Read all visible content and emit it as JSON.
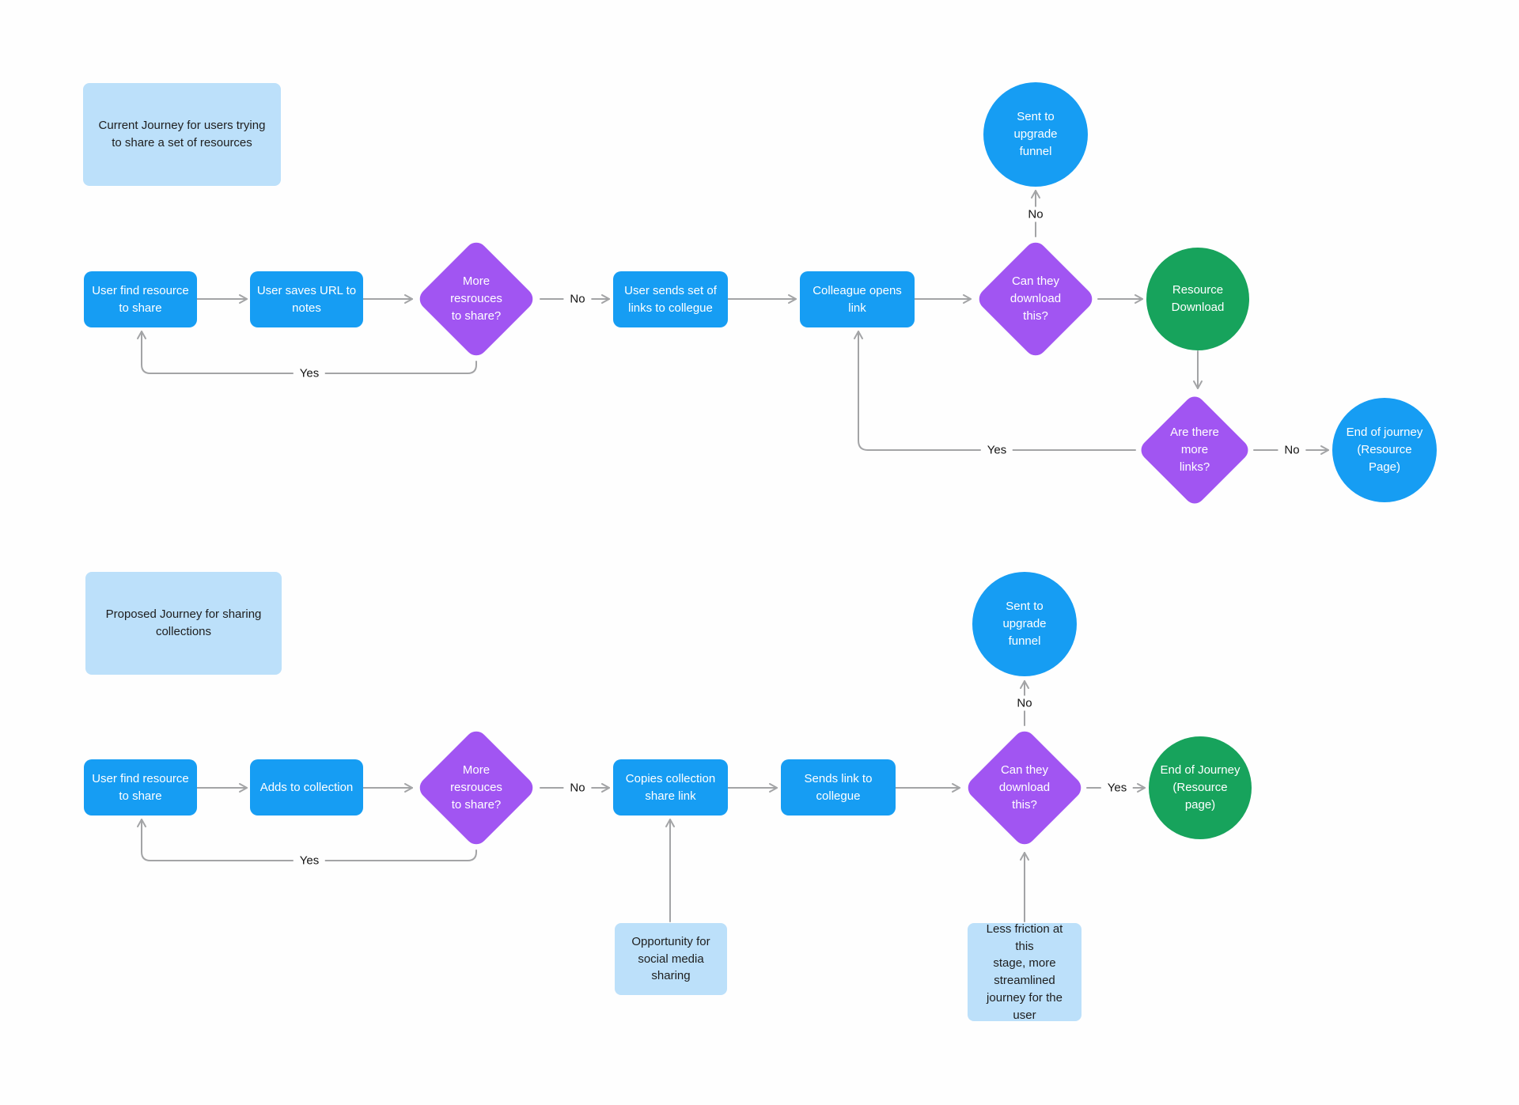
{
  "diagram": {
    "title": "User journey flowchart",
    "colors": {
      "process_blue": "#169df3",
      "decision_purple": "#a155f2",
      "terminal_green": "#17a35c",
      "note_light_blue": "#bce0fa",
      "connector_gray": "#a3a4a6",
      "background": "#fefefe"
    }
  },
  "current_journey": {
    "note": "Current Journey for users trying\nto share a set of resources",
    "nodes": {
      "find_resource": "User find resource\nto share",
      "save_url": "User saves URL to\nnotes",
      "more_resources": "More\nresrouces\nto share?",
      "send_links": "User sends set of\nlinks to collegue",
      "colleague_opens": "Colleague opens\nlink",
      "can_download": "Can they\ndownload\nthis?",
      "upgrade_funnel": "Sent to\nupgrade\nfunnel",
      "resource_download": "Resource\nDownload",
      "more_links": "Are there\nmore\nlinks?",
      "end_of_journey": "End of journey\n(Resource\nPage)"
    },
    "edge_labels": {
      "more_resources_no": "No",
      "more_resources_yes": "Yes",
      "can_download_no": "No",
      "more_links_no": "No",
      "more_links_yes": "Yes"
    }
  },
  "proposed_journey": {
    "note": "Proposed Journey for sharing\ncollections",
    "nodes": {
      "find_resource": "User find resource\nto share",
      "adds_collection": "Adds to collection",
      "more_resources": "More\nresrouces\nto share?",
      "copies_link": "Copies collection\nshare link",
      "sends_link": "Sends link to\ncollegue",
      "can_download": "Can they\ndownload\nthis?",
      "upgrade_funnel": "Sent to\nupgrade\nfunnel",
      "end_of_journey": "End of Journey\n(Resource\npage)"
    },
    "edge_labels": {
      "more_resources_no": "No",
      "more_resources_yes": "Yes",
      "can_download_no": "No",
      "can_download_yes": "Yes"
    },
    "annotations": {
      "social_media": "Opportunity for\nsocial media\nsharing",
      "less_friction": "Less friction at this\nstage, more\nstreamlined\njourney for the\nuser"
    }
  }
}
